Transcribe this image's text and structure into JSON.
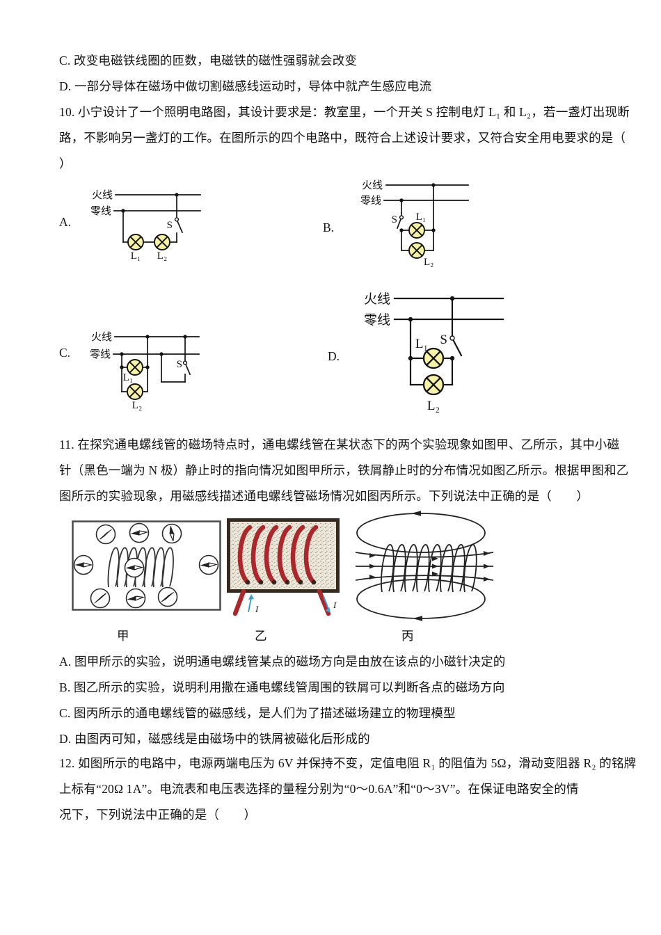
{
  "q9": {
    "lines": [
      "C. 改变电磁铁线圈的匝数，电磁铁的磁性强弱就会改变",
      "D. 一部分导体在磁场中做切割磁感线运动时，导体中就产生感应电流"
    ]
  },
  "q10": {
    "lines": [
      "10. 小宁设计了一个照明电路图，其设计要求是：教室里，一个开关 S 控制电灯 L₁ 和 L₂，若一盏灯出现断",
      "路，不影响另一盏灯的工作。在图所示的四个电路中，既符合上述设计要求，又符合安全用电要求的是（",
      "）"
    ],
    "labels": {
      "a": "A.",
      "b": "B.",
      "c": "C.",
      "d": "D."
    },
    "live_wire": "火线",
    "neutral_wire": "零线",
    "switch": "S",
    "lamp1": "L₁",
    "lamp2": "L₂"
  },
  "q11": {
    "lines": [
      "11. 在探究通电螺线管的磁场特点时，通电螺线管在某状态下的两个实验现象如图甲、乙所示，其中小磁",
      "针（黑色一端为 N 极）静止时的指向情况如图甲所示，铁屑静止时的分布情况如图乙所示。根据甲图和乙",
      "图所示的实验现象，用磁感线描述通电螺线管磁场情况如图丙所示。下列说法中正确的是（　　）"
    ],
    "fig_jia": "甲",
    "fig_yi": "乙",
    "fig_bing": "丙",
    "current": "I",
    "options": [
      "A. 图甲所示的实验，说明通电螺线管某点的磁场方向是由放在该点的小磁针决定的",
      "B. 图乙所示的实验，说明利用撒在通电螺线管周围的铁屑可以判断各点的磁场方向",
      "C. 图丙所示的通电螺线管的磁感线，是人们为了描述磁场建立的物理模型",
      "D. 由图丙可知，磁感线是由磁场中的铁屑被磁化后形成的"
    ]
  },
  "q12": {
    "lines": [
      "12. 如图所示的电路中，电源两端电压为 6V 并保持不变，定值电阻 R₁ 的阻值为 5Ω，滑动变阻器 R₂ 的铭牌",
      "上标有“20Ω 1A”。电流表和电压表选择的量程分别为“0～0.6A”和“0～3V”。在保证电路安全的情",
      "况下，下列说法中正确的是（　　）"
    ]
  },
  "colors": {
    "ink": "#141414",
    "lamp_fill": "#f6f2a6",
    "coil_red": "#aa272b",
    "arrow_blue": "#3fa0d8"
  }
}
